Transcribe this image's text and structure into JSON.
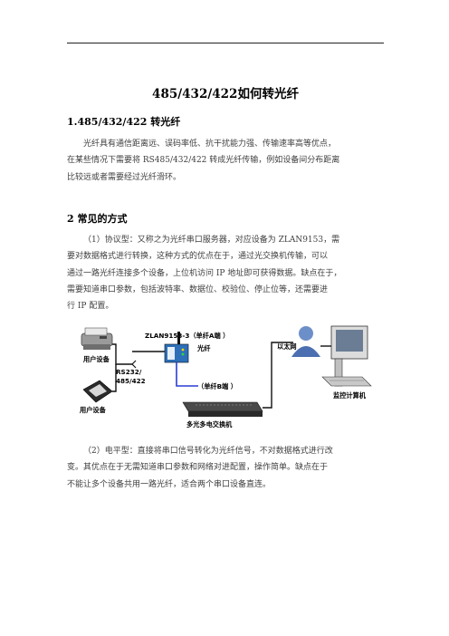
{
  "document": {
    "title": "485/432/422如何转光纤",
    "section1": {
      "heading": "1.485/432/422 转光纤",
      "lines": [
        "光纤具有通信距离远、误码率低、抗干扰能力强、传输速率高等优点，",
        "在某些情况下需要将 RS485/432/422 转成光纤传输，例如设备间分布距离",
        "比较远或者需要经过光纤滑环。"
      ]
    },
    "section2": {
      "heading": "2 常见的方式",
      "para1_lines": [
        "（1）协议型：又称之为光纤串口服务器，对应设备为 ZLAN9153，需",
        "要对数据格式进行转换，这种方式的优点在于，通过光交换机传输，可以",
        "通过一路光纤连接多个设备，上位机访问 IP 地址即可获得数据。缺点在于，",
        "需要知道串口参数，包括波特率、数据位、校验位、停止位等，还需要进",
        "行 IP 配置。"
      ],
      "para2_lines": [
        "（2）电平型：直接将串口信号转化为光纤信号，不对数据格式进行改",
        "变。其优点在于无需知道串口参数和网络对进配置，操作简单。缺点在于",
        "不能让多个设备共用一路光纤，适合两个串口设备直连。"
      ]
    },
    "figure": {
      "labels": {
        "device_model": "ZLAN9153-3（单纤A端 ）",
        "fiber": "光纤",
        "ethernet": "以太网",
        "user_device_1": "用户设备",
        "rs_label_1": "RS232/",
        "rs_label_2": "485/422",
        "single_fiber_b": "（单纤B端 ）",
        "monitor_pc": "监控计算机",
        "user_device_2": "用户设备",
        "switch": "多光多电交换机"
      },
      "colors": {
        "fiber_line": "#2a3fd4",
        "cable_line": "#111111"
      }
    }
  }
}
